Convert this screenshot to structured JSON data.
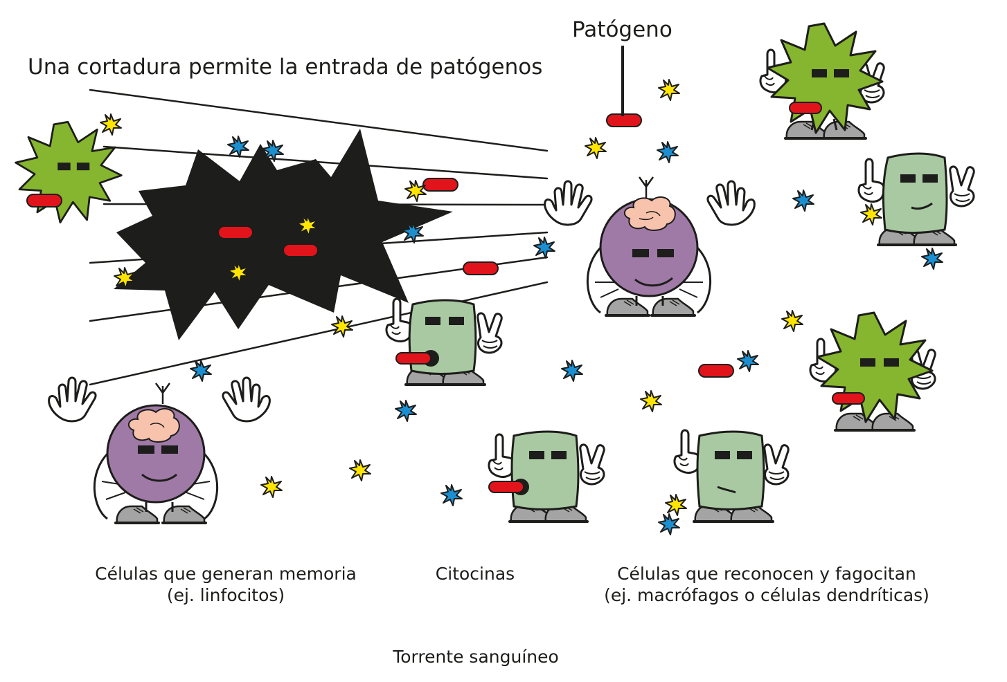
{
  "labels": {
    "cut": "Una cortadura permite la entrada de patógenos",
    "pathogen": "Patógeno",
    "memory_cells_line1": "Células que generan memoria",
    "memory_cells_line2": "(ej. linfocitos)",
    "cytokines": "Citocinas",
    "phagocytes_line1": "Células que reconocen y fagocitan",
    "phagocytes_line2": "(ej. macrófagos o células dendríticas)",
    "bloodstream": "Torrente sanguíneo"
  },
  "colors": {
    "wound": "#1d1d1b",
    "pathogen": "#e2141b",
    "cytokine_yellow": "#ffe500",
    "cytokine_blue": "#1b8fd0",
    "lymphocyte_body": "#a07aa6",
    "lymphocyte_brain": "#f7c3ad",
    "phagocyte_body": "#a9c9a2",
    "dendritic_cell": "#86b52f",
    "shoe": "#a4a4a4"
  },
  "icons": [
    "wound-burst-icon",
    "pathogen-bacterium-icon",
    "cytokine-star-icon",
    "lymphocyte-icon",
    "macrophage-icon",
    "dendritic-cell-icon"
  ]
}
